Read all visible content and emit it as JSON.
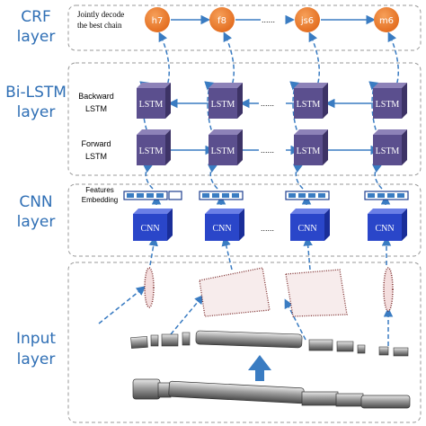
{
  "layers": {
    "crf": [
      "CRF",
      "layer"
    ],
    "bilstm": [
      "Bi-LSTM",
      "layer"
    ],
    "cnn": [
      "CNN",
      "layer"
    ],
    "input": [
      "Input",
      "layer"
    ]
  },
  "crf": {
    "note_line1": "Jointly decode",
    "note_line2": "the best chain",
    "nodes": [
      "h7",
      "f8",
      "js6",
      "m6"
    ],
    "ellipsis": "......"
  },
  "bilstm": {
    "backward_line1": "Backward",
    "backward_line2": "LSTM",
    "forward_line1": "Forward",
    "forward_line2": "LSTM",
    "cell_label": "LSTM",
    "ellipsis": "......"
  },
  "cnn": {
    "features_line1": "Features",
    "features_line2": "Embedding",
    "cell_label": "CNN",
    "ellipsis": "......"
  },
  "colors": {
    "accent_blue": "#2f6fb5",
    "node_orange": "#ea7a2a",
    "lstm_purple": "#5b4f8e",
    "cnn_blue": "#2a46c9",
    "dash_blue": "#3a7cc2",
    "point_cloud": "#7a2a2a"
  }
}
